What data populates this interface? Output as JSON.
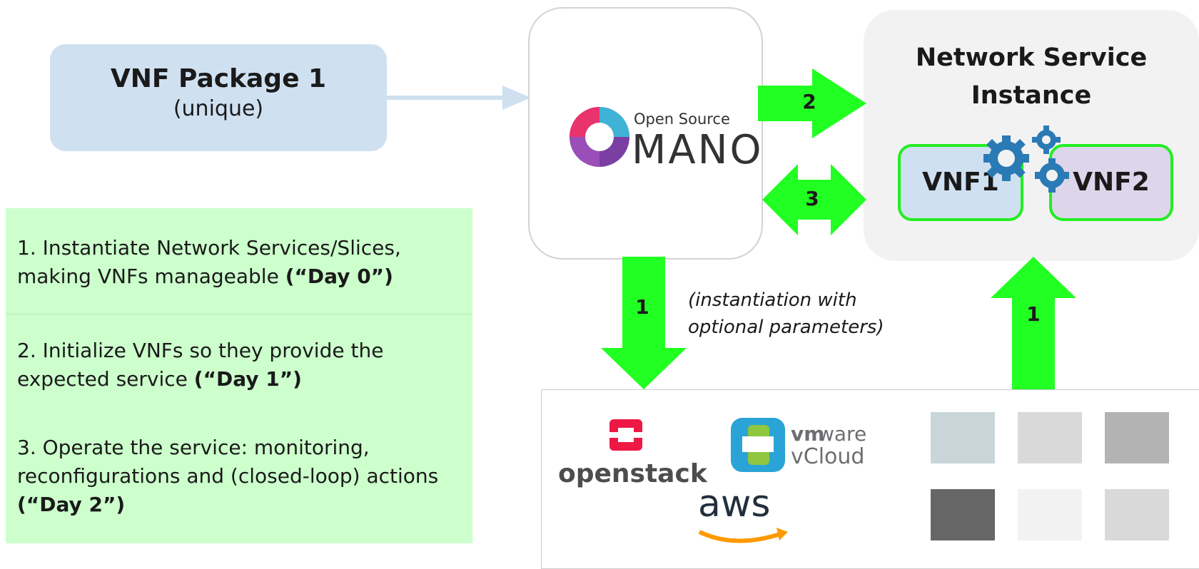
{
  "package": {
    "title": "VNF Package 1",
    "subtitle": "(unique)"
  },
  "steps": [
    {
      "text": "1. Instantiate Network Services/Slices, making VNFs manageable ",
      "bold": "(“Day 0”)"
    },
    {
      "text": "2. Initialize VNFs so they provide the expected service ",
      "bold": "(“Day 1”)"
    },
    {
      "text": "3. Operate the service: monitoring, reconfigurations and (closed-loop) actions ",
      "bold": "(“Day 2”)"
    }
  ],
  "mano": {
    "line1": "Open Source",
    "line2": "MANO"
  },
  "network_service": {
    "title": "Network Service Instance",
    "vnf1": "VNF1",
    "vnf2": "VNF2"
  },
  "arrows": {
    "a2": "2",
    "a3": "3",
    "down": "1",
    "up": "1"
  },
  "note": "(instantiation with optional parameters)",
  "logos": {
    "openstack": "openstack",
    "vmware_vm": "vm",
    "vmware_ware": "ware",
    "vmware_vcloud": "vCloud",
    "aws": "aws"
  },
  "colors": {
    "arrow": "#22ff22",
    "package": "#cfe0f1",
    "steps": "#ccffcc",
    "vnf1": "#cfe0f1",
    "vnf2": "#ddd5ea",
    "gear": "#2a7ab5"
  },
  "icons": [
    "gear-icon",
    "openstack-logo",
    "vmware-vcloud-logo",
    "aws-logo",
    "osm-logo"
  ],
  "tiles": [
    "#c8d6da",
    "#d9d9d9",
    "#b3b3b3",
    "#666666",
    "#f2f2f2",
    "#d9d9d9"
  ]
}
